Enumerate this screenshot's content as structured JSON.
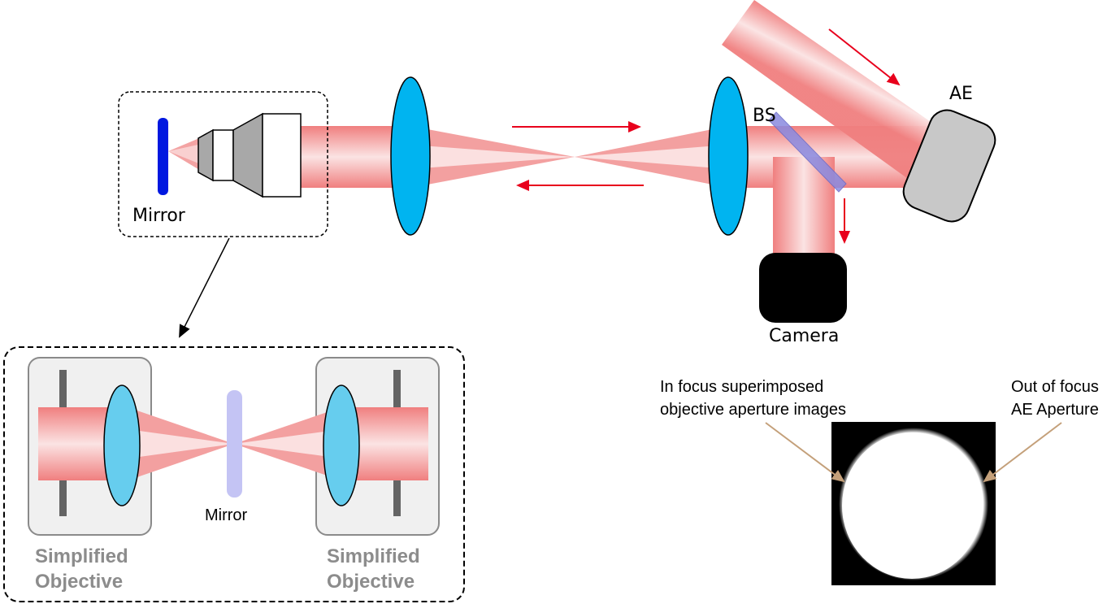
{
  "labels": {
    "mirror_top": "Mirror",
    "bs": "BS",
    "ae": "AE",
    "camera": "Camera",
    "mirror_inset": "Mirror",
    "objective_left_line1": "Simplified",
    "objective_left_line2": "Objective",
    "objective_right_line1": "Simplified",
    "objective_right_line2": "Objective",
    "annot_left_line1": "In focus superimposed",
    "annot_left_line2": "objective aperture images",
    "annot_right_line1": "Out of focus",
    "annot_right_line2": "AE Aperture"
  },
  "colors": {
    "beam": "#f08080",
    "lens": "#00b4f0",
    "inset_lens": "#66cdee",
    "mirror": "#0018e0",
    "inset_mirror": "#c4c4f4",
    "beam_splitter": "#8a8ae0",
    "arrow": "#e8001c",
    "annotation_arrow": "#c4a07a",
    "ae_body": "#c8c8c8",
    "camera_body": "#000000"
  },
  "icons": {
    "objective": "microscope-objective-icon",
    "camera": "camera-icon",
    "ae": "aperture-element-icon"
  }
}
